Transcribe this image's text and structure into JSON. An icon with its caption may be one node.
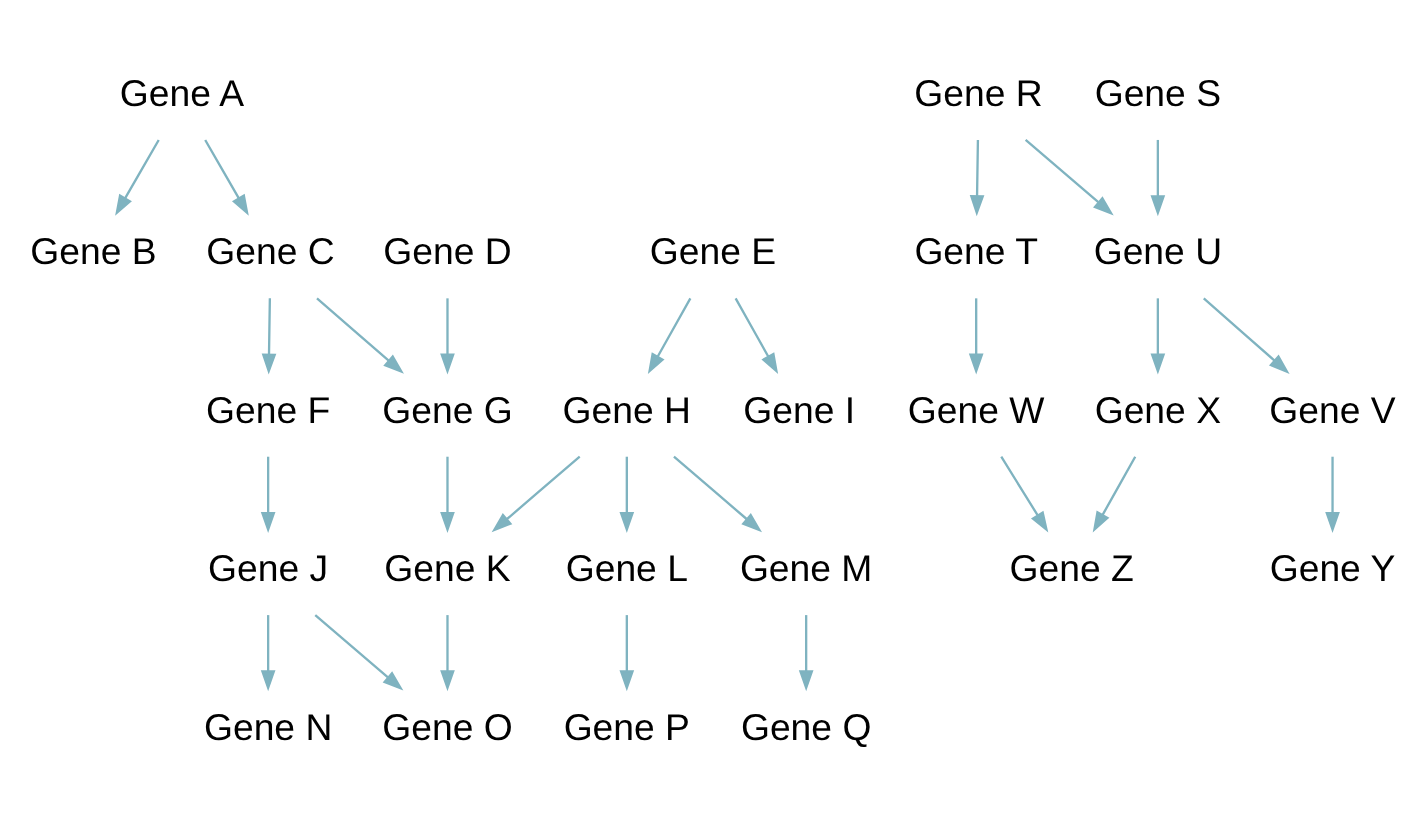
{
  "diagram": {
    "nodes": [
      {
        "text": [
          "Gene A"
        ]
      },
      {
        "text": [
          "Gene B"
        ]
      },
      {
        "text": [
          "Gene C"
        ]
      },
      {
        "text": [
          "Gene D"
        ]
      },
      {
        "text": [
          "Gene E"
        ]
      },
      {
        "text": [
          "Gene F"
        ]
      },
      {
        "text": [
          "Gene G"
        ]
      },
      {
        "text": [
          "Gene H"
        ]
      },
      {
        "text": [
          "Gene I"
        ]
      },
      {
        "text": [
          "Gene J"
        ]
      },
      {
        "text": [
          "Gene K"
        ]
      },
      {
        "text": [
          "Gene L"
        ]
      },
      {
        "text": [
          "Gene M"
        ]
      },
      {
        "text": [
          "Gene N"
        ]
      },
      {
        "text": [
          "Gene O"
        ]
      },
      {
        "text": [
          "Gene P"
        ]
      },
      {
        "text": [
          "Gene Q"
        ]
      },
      {
        "text": [
          "Gene R"
        ]
      },
      {
        "text": [
          "Gene S"
        ]
      },
      {
        "text": [
          "Gene T"
        ]
      },
      {
        "text": [
          "Gene U"
        ]
      },
      {
        "text": [
          "Gene V"
        ]
      },
      {
        "text": [
          "Gene W"
        ]
      },
      {
        "text": [
          "Gene X"
        ]
      },
      {
        "text": [
          "Gene Y"
        ]
      },
      {
        "text": [
          "Gene Z"
        ]
      }
    ],
    "edges": [
      {
        "from": 0,
        "to": 1,
        "arrow": "to"
      },
      {
        "from": 0,
        "to": 2,
        "arrow": "to"
      },
      {
        "from": 2,
        "to": 5,
        "arrow": "to"
      },
      {
        "from": 2,
        "to": 6,
        "arrow": "to"
      },
      {
        "from": 3,
        "to": 6,
        "arrow": "to"
      },
      {
        "from": 4,
        "to": 7,
        "arrow": "to"
      },
      {
        "from": 4,
        "to": 8,
        "arrow": "to"
      },
      {
        "from": 5,
        "to": 9,
        "arrow": "to"
      },
      {
        "from": 6,
        "to": 10,
        "arrow": "to"
      },
      {
        "from": 7,
        "to": 10,
        "arrow": "to"
      },
      {
        "from": 7,
        "to": 11,
        "arrow": "to"
      },
      {
        "from": 7,
        "to": 12,
        "arrow": "to"
      },
      {
        "from": 9,
        "to": 13,
        "arrow": "to"
      },
      {
        "from": 9,
        "to": 14,
        "arrow": "to"
      },
      {
        "from": 10,
        "to": 14,
        "arrow": "to"
      },
      {
        "from": 11,
        "to": 15,
        "arrow": "to"
      },
      {
        "from": 12,
        "to": 16,
        "arrow": "to"
      },
      {
        "from": 17,
        "to": 19,
        "arrow": "to"
      },
      {
        "from": 17,
        "to": 20,
        "arrow": "to"
      },
      {
        "from": 18,
        "to": 20,
        "arrow": "to"
      },
      {
        "from": 19,
        "to": 22,
        "arrow": "to"
      },
      {
        "from": 20,
        "to": 23,
        "arrow": "to"
      },
      {
        "from": 20,
        "to": 21,
        "arrow": "to"
      },
      {
        "from": 21,
        "to": 24,
        "arrow": "to"
      },
      {
        "from": 22,
        "to": 25,
        "arrow": "to"
      },
      {
        "from": 23,
        "to": 25,
        "arrow": "to"
      }
    ]
  }
}
